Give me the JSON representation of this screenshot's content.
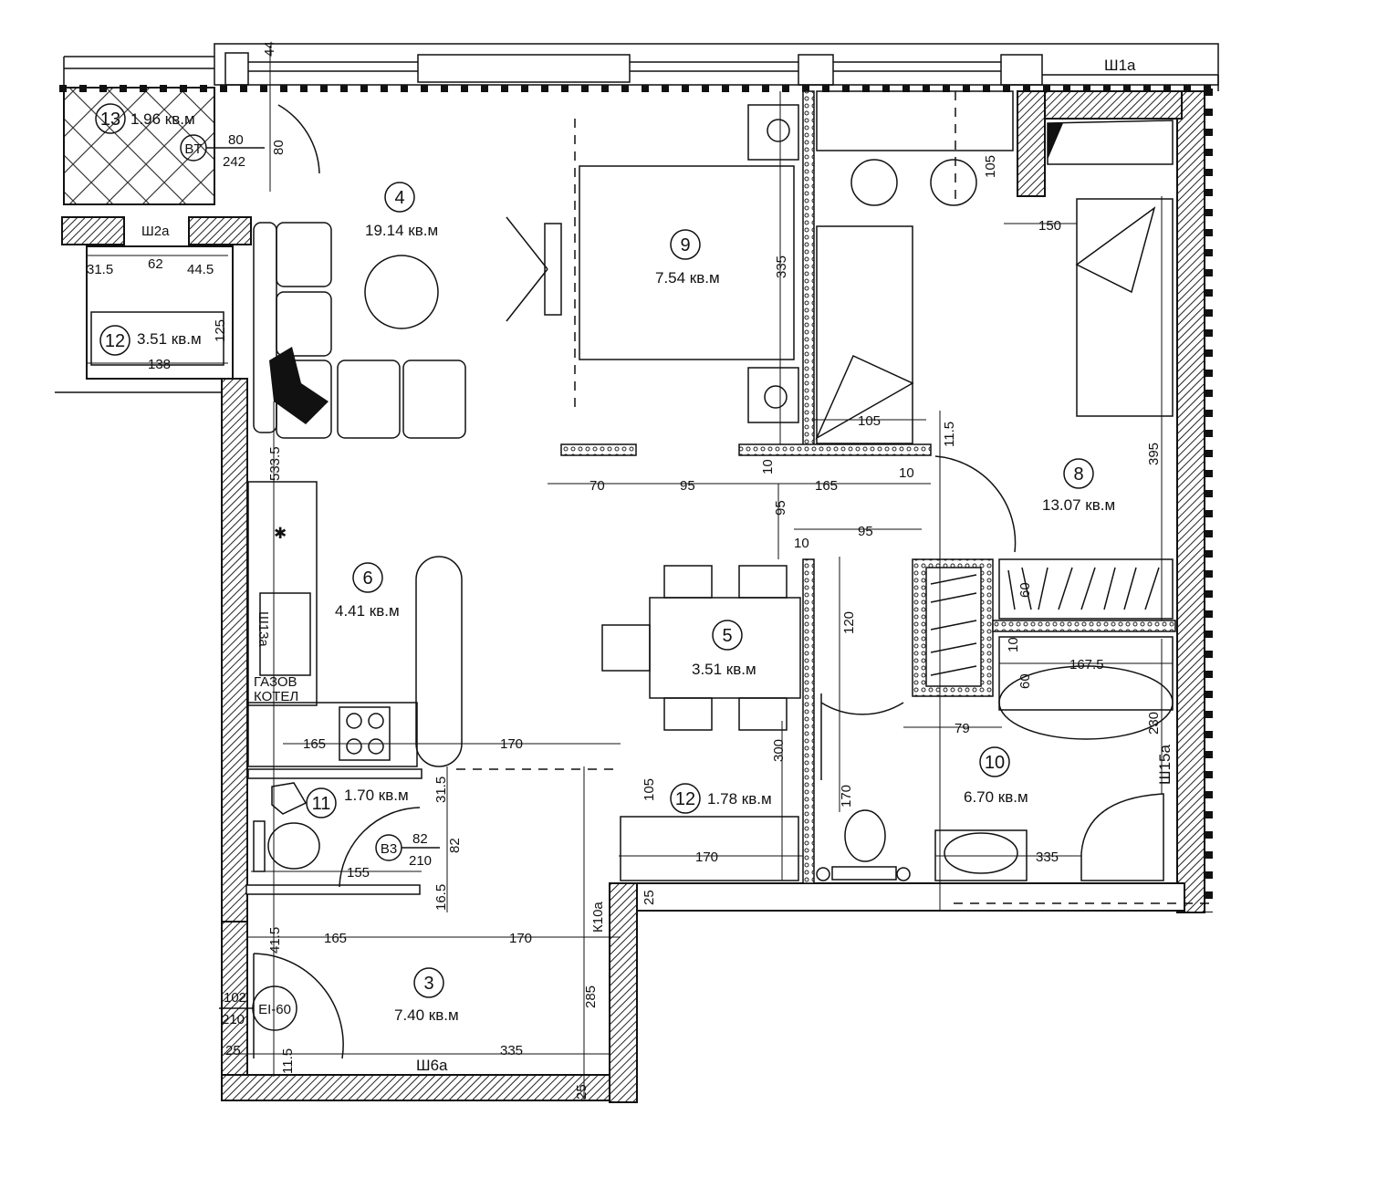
{
  "rooms": [
    {
      "num": "13",
      "area": "1.96 кв.м"
    },
    {
      "num": "4",
      "area": "19.14 кв.м"
    },
    {
      "num": "9",
      "area": "7.54 кв.м"
    },
    {
      "num": "12",
      "area": "3.51 кв.м"
    },
    {
      "num": "8",
      "area": "13.07 кв.м"
    },
    {
      "num": "6",
      "area": "4.41 кв.м"
    },
    {
      "num": "5",
      "area": "3.51 кв.м"
    },
    {
      "num": "11",
      "area": "1.70 кв.м"
    },
    {
      "num": "12",
      "area": "1.78 кв.м"
    },
    {
      "num": "10",
      "area": "6.70 кв.м"
    },
    {
      "num": "3",
      "area": "7.40 кв.м"
    }
  ],
  "tags": {
    "bt": "BT",
    "b3": "B3",
    "ei": "EI-60",
    "sh1a": "Ш1а",
    "sh2a": "Ш2а",
    "sh6a": "Ш6а",
    "sh13a": "Ш13а",
    "sh15a": "Ш15а",
    "k10a": "К10а",
    "boiler_line1": "ГАЗОВ",
    "boiler_line2": "КОТЕЛ"
  },
  "door_sizes": {
    "bt_w": "80",
    "bt_h": "242",
    "b3_w": "82",
    "b3_h": "210",
    "ei_w": "102",
    "ei_h": "210"
  },
  "dimensions": {
    "d44": "44",
    "d80": "80",
    "d335a": "335",
    "d105a": "105",
    "d150": "150",
    "d31_5": "31.5",
    "d62": "62",
    "d44_5": "44.5",
    "d125": "125",
    "d138": "138",
    "d105b": "105",
    "d11_5a": "11.5",
    "d395": "395",
    "d533_5": "533.5",
    "d70": "70",
    "d95a": "95",
    "d165a": "165",
    "d10a": "10",
    "d10b": "10",
    "d95b": "95",
    "d10c": "10",
    "d95c": "95",
    "d60a": "60",
    "d120": "120",
    "d10d": "10",
    "d167_5": "167.5",
    "d60b": "60",
    "d79": "79",
    "d230": "230",
    "d165b": "165",
    "d170a": "170",
    "d300": "300",
    "d31_5b": "31.5",
    "d105c": "105",
    "d82": "82",
    "d170b": "170",
    "d155": "155",
    "d170c": "170",
    "d335b": "335",
    "d16_5": "16.5",
    "d25a": "25",
    "d41_5": "41.5",
    "d165c": "165",
    "d170d": "170",
    "d285": "285",
    "d25b": "25",
    "d11_5b": "11.5",
    "d335c": "335",
    "d25c": "25"
  }
}
